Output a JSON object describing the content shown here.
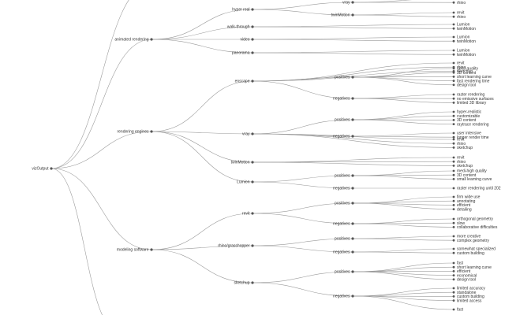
{
  "mindmap": {
    "root": "vizOutput",
    "colors": {
      "link": "#9a9a9a",
      "node": "#555555",
      "text": "#333333"
    },
    "branches": [
      {
        "label": "animated rendering",
        "children": [
          {
            "label": "hyper real",
            "children": [
              {
                "label": "vray",
                "children": [
                  {
                    "label": "revit"
                  },
                  {
                    "label": "rhino"
                  }
                ]
              },
              {
                "label": "twinMotion",
                "children": [
                  {
                    "label": "revit"
                  },
                  {
                    "label": "rhino"
                  }
                ]
              }
            ]
          },
          {
            "label": "walk-through",
            "children": [
              {
                "label": "Lumion"
              },
              {
                "label": "twinMotion"
              }
            ]
          },
          {
            "label": "video",
            "children": [
              {
                "label": "Lumion"
              },
              {
                "label": "twinMotion"
              }
            ]
          },
          {
            "label": "panorama",
            "children": [
              {
                "label": "Lumion"
              },
              {
                "label": "twinMotion"
              }
            ]
          }
        ]
      },
      {
        "label": "rendering engines",
        "children": [
          {
            "label": "enscape",
            "children": [
              {
                "label": "revit"
              },
              {
                "label": "rhino"
              },
              {
                "label": "sketchup"
              },
              {
                "label": "positives",
                "children": [
                  {
                    "label": "good quality"
                  },
                  {
                    "label": "3D content"
                  },
                  {
                    "label": "short learning curve"
                  },
                  {
                    "label": "fast rendering time"
                  },
                  {
                    "label": "design tool"
                  }
                ]
              },
              {
                "label": "negatives",
                "children": [
                  {
                    "label": "raster rendering"
                  },
                  {
                    "label": "no emissive surfaces"
                  },
                  {
                    "label": "limited 3D library"
                  }
                ]
              }
            ]
          },
          {
            "label": "vray",
            "children": [
              {
                "label": "positives",
                "children": [
                  {
                    "label": "hyper-realistic"
                  },
                  {
                    "label": "customizable"
                  },
                  {
                    "label": "3D content"
                  },
                  {
                    "label": "raytrace rendering"
                  }
                ]
              },
              {
                "label": "negatives",
                "children": [
                  {
                    "label": "user intensive"
                  },
                  {
                    "label": "longer render time"
                  }
                ]
              },
              {
                "label": "revit"
              },
              {
                "label": "rhino"
              },
              {
                "label": "sketchup"
              }
            ]
          },
          {
            "label": "twinMotion",
            "children": [
              {
                "label": "revit"
              },
              {
                "label": "rhino"
              },
              {
                "label": "sketchup"
              }
            ]
          },
          {
            "label": "Lumion",
            "children": [
              {
                "label": "positives",
                "children": [
                  {
                    "label": "medi-high quality"
                  },
                  {
                    "label": "3D content"
                  },
                  {
                    "label": "small learning curve"
                  }
                ]
              },
              {
                "label": "negatives",
                "children": [
                  {
                    "label": "raster rendering until 202"
                  }
                ]
              }
            ]
          }
        ]
      },
      {
        "label": "modeling software",
        "children": [
          {
            "label": "revit",
            "children": [
              {
                "label": "positives",
                "children": [
                  {
                    "label": "firm wide use"
                  },
                  {
                    "label": "annotating"
                  },
                  {
                    "label": "efficient"
                  },
                  {
                    "label": "detailing"
                  }
                ]
              },
              {
                "label": "negatives",
                "children": [
                  {
                    "label": "orthogonal geometry"
                  },
                  {
                    "label": "slow"
                  },
                  {
                    "label": "collaborative difficulties"
                  }
                ]
              }
            ]
          },
          {
            "label": "rhino/grasshopper",
            "children": [
              {
                "label": "positives",
                "children": [
                  {
                    "label": "more creative"
                  },
                  {
                    "label": "complex geometry"
                  }
                ]
              },
              {
                "label": "negatives",
                "children": [
                  {
                    "label": "somewhat specialized"
                  },
                  {
                    "label": "custom building"
                  }
                ]
              }
            ]
          },
          {
            "label": "sketchup",
            "children": [
              {
                "label": "positives",
                "children": [
                  {
                    "label": "fast"
                  },
                  {
                    "label": "short learning curve"
                  },
                  {
                    "label": "efficient"
                  },
                  {
                    "label": "economical"
                  },
                  {
                    "label": "design tool"
                  }
                ]
              },
              {
                "label": "negatives",
                "children": [
                  {
                    "label": "limited accuracy"
                  },
                  {
                    "label": "standalone"
                  },
                  {
                    "label": "custom building"
                  },
                  {
                    "label": "limited access"
                  }
                ]
              }
            ]
          }
        ]
      }
    ],
    "tail_items": [
      {
        "label": "fast"
      }
    ]
  }
}
